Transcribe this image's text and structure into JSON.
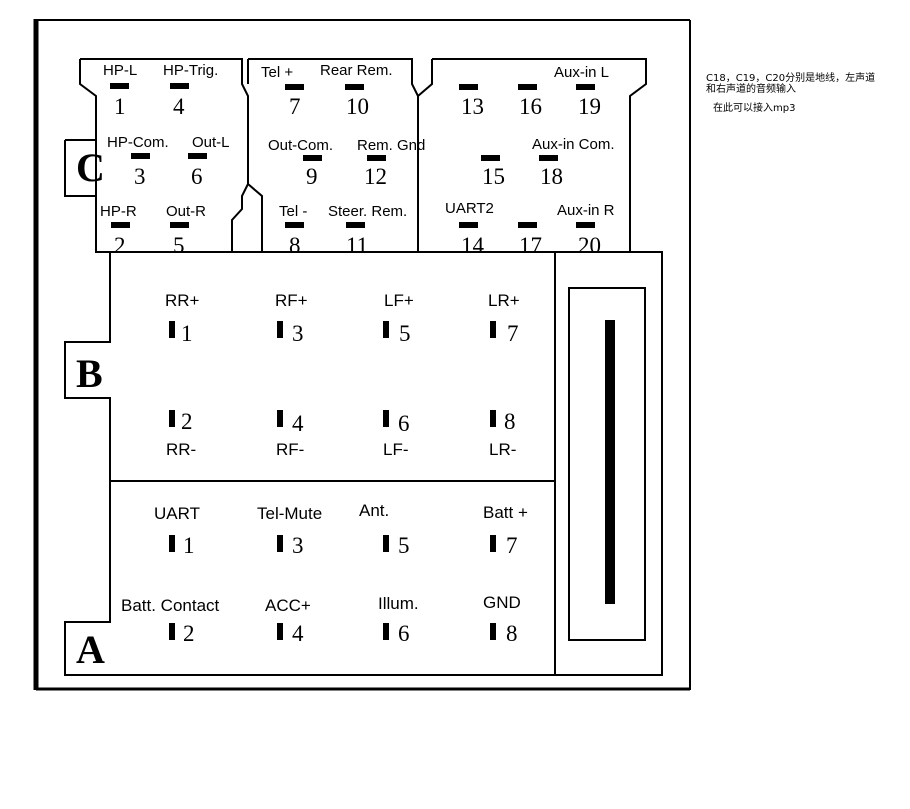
{
  "note": {
    "line1": "C18，C19，C20分别是地线，左声道",
    "line2": "和右声道的音频输入",
    "line3": "在此可以接入mp3"
  },
  "sections": {
    "a": "A",
    "b": "B",
    "c": "C"
  },
  "connector_c": {
    "pins": [
      {
        "num": "1",
        "label": "HP-L"
      },
      {
        "num": "4",
        "label": "HP-Trig."
      },
      {
        "num": "3",
        "label": "HP-Com."
      },
      {
        "num": "6",
        "label": "Out-L"
      },
      {
        "num": "2",
        "label": "HP-R"
      },
      {
        "num": "5",
        "label": "Out-R"
      },
      {
        "num": "7",
        "label": "Tel +"
      },
      {
        "num": "10",
        "label": "Rear Rem."
      },
      {
        "num": "9",
        "label": "Out-Com."
      },
      {
        "num": "12",
        "label": "Rem. Gnd"
      },
      {
        "num": "8",
        "label": "Tel -"
      },
      {
        "num": "11",
        "label": "Steer. Rem."
      },
      {
        "num": "13",
        "label": ""
      },
      {
        "num": "16",
        "label": ""
      },
      {
        "num": "19",
        "label": "Aux-in L"
      },
      {
        "num": "15",
        "label": ""
      },
      {
        "num": "18",
        "label": "Aux-in Com."
      },
      {
        "num": "14",
        "label": "UART2"
      },
      {
        "num": "17",
        "label": ""
      },
      {
        "num": "20",
        "label": "Aux-in R"
      }
    ]
  },
  "connector_b": {
    "pins": [
      {
        "num": "1",
        "label": "RR+"
      },
      {
        "num": "3",
        "label": "RF+"
      },
      {
        "num": "5",
        "label": "LF+"
      },
      {
        "num": "7",
        "label": "LR+"
      },
      {
        "num": "2",
        "label": "RR-"
      },
      {
        "num": "4",
        "label": "RF-"
      },
      {
        "num": "6",
        "label": "LF-"
      },
      {
        "num": "8",
        "label": "LR-"
      }
    ]
  },
  "connector_a": {
    "pins": [
      {
        "num": "1",
        "label": "UART"
      },
      {
        "num": "3",
        "label": "Tel-Mute"
      },
      {
        "num": "5",
        "label": "Ant."
      },
      {
        "num": "7",
        "label": "Batt +"
      },
      {
        "num": "2",
        "label": "Batt. Contact"
      },
      {
        "num": "4",
        "label": "ACC+"
      },
      {
        "num": "6",
        "label": "Illum."
      },
      {
        "num": "8",
        "label": "GND"
      }
    ]
  }
}
